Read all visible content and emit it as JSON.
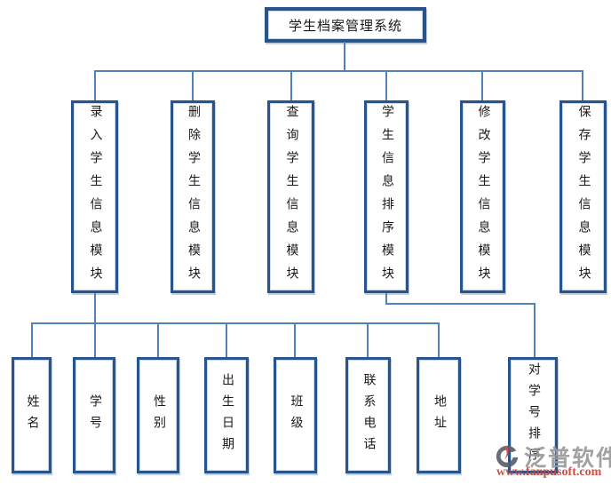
{
  "root": {
    "label": "学生档案管理系统"
  },
  "modules": [
    {
      "label": "录入学生信息模块"
    },
    {
      "label": "删除学生信息模块"
    },
    {
      "label": "查询学生信息模块"
    },
    {
      "label": "学生信息排序模块"
    },
    {
      "label": "修改学生信息模块"
    },
    {
      "label": "保存学生信息模块"
    }
  ],
  "fields": [
    {
      "label": "姓名"
    },
    {
      "label": "学号"
    },
    {
      "label": "性别"
    },
    {
      "label": "出生日期"
    },
    {
      "label": "班级"
    },
    {
      "label": "联系电话"
    },
    {
      "label": "地址"
    },
    {
      "label": "对学号排序"
    }
  ],
  "watermark": {
    "brand": "泛普软件",
    "url": "www.fanpusoft.com"
  },
  "colors": {
    "box_border": "#25558b",
    "connector": "#5081bb",
    "watermark_gray": "#9a9a9a",
    "watermark_red": "#c4443a",
    "text": "#1a1a1a"
  }
}
